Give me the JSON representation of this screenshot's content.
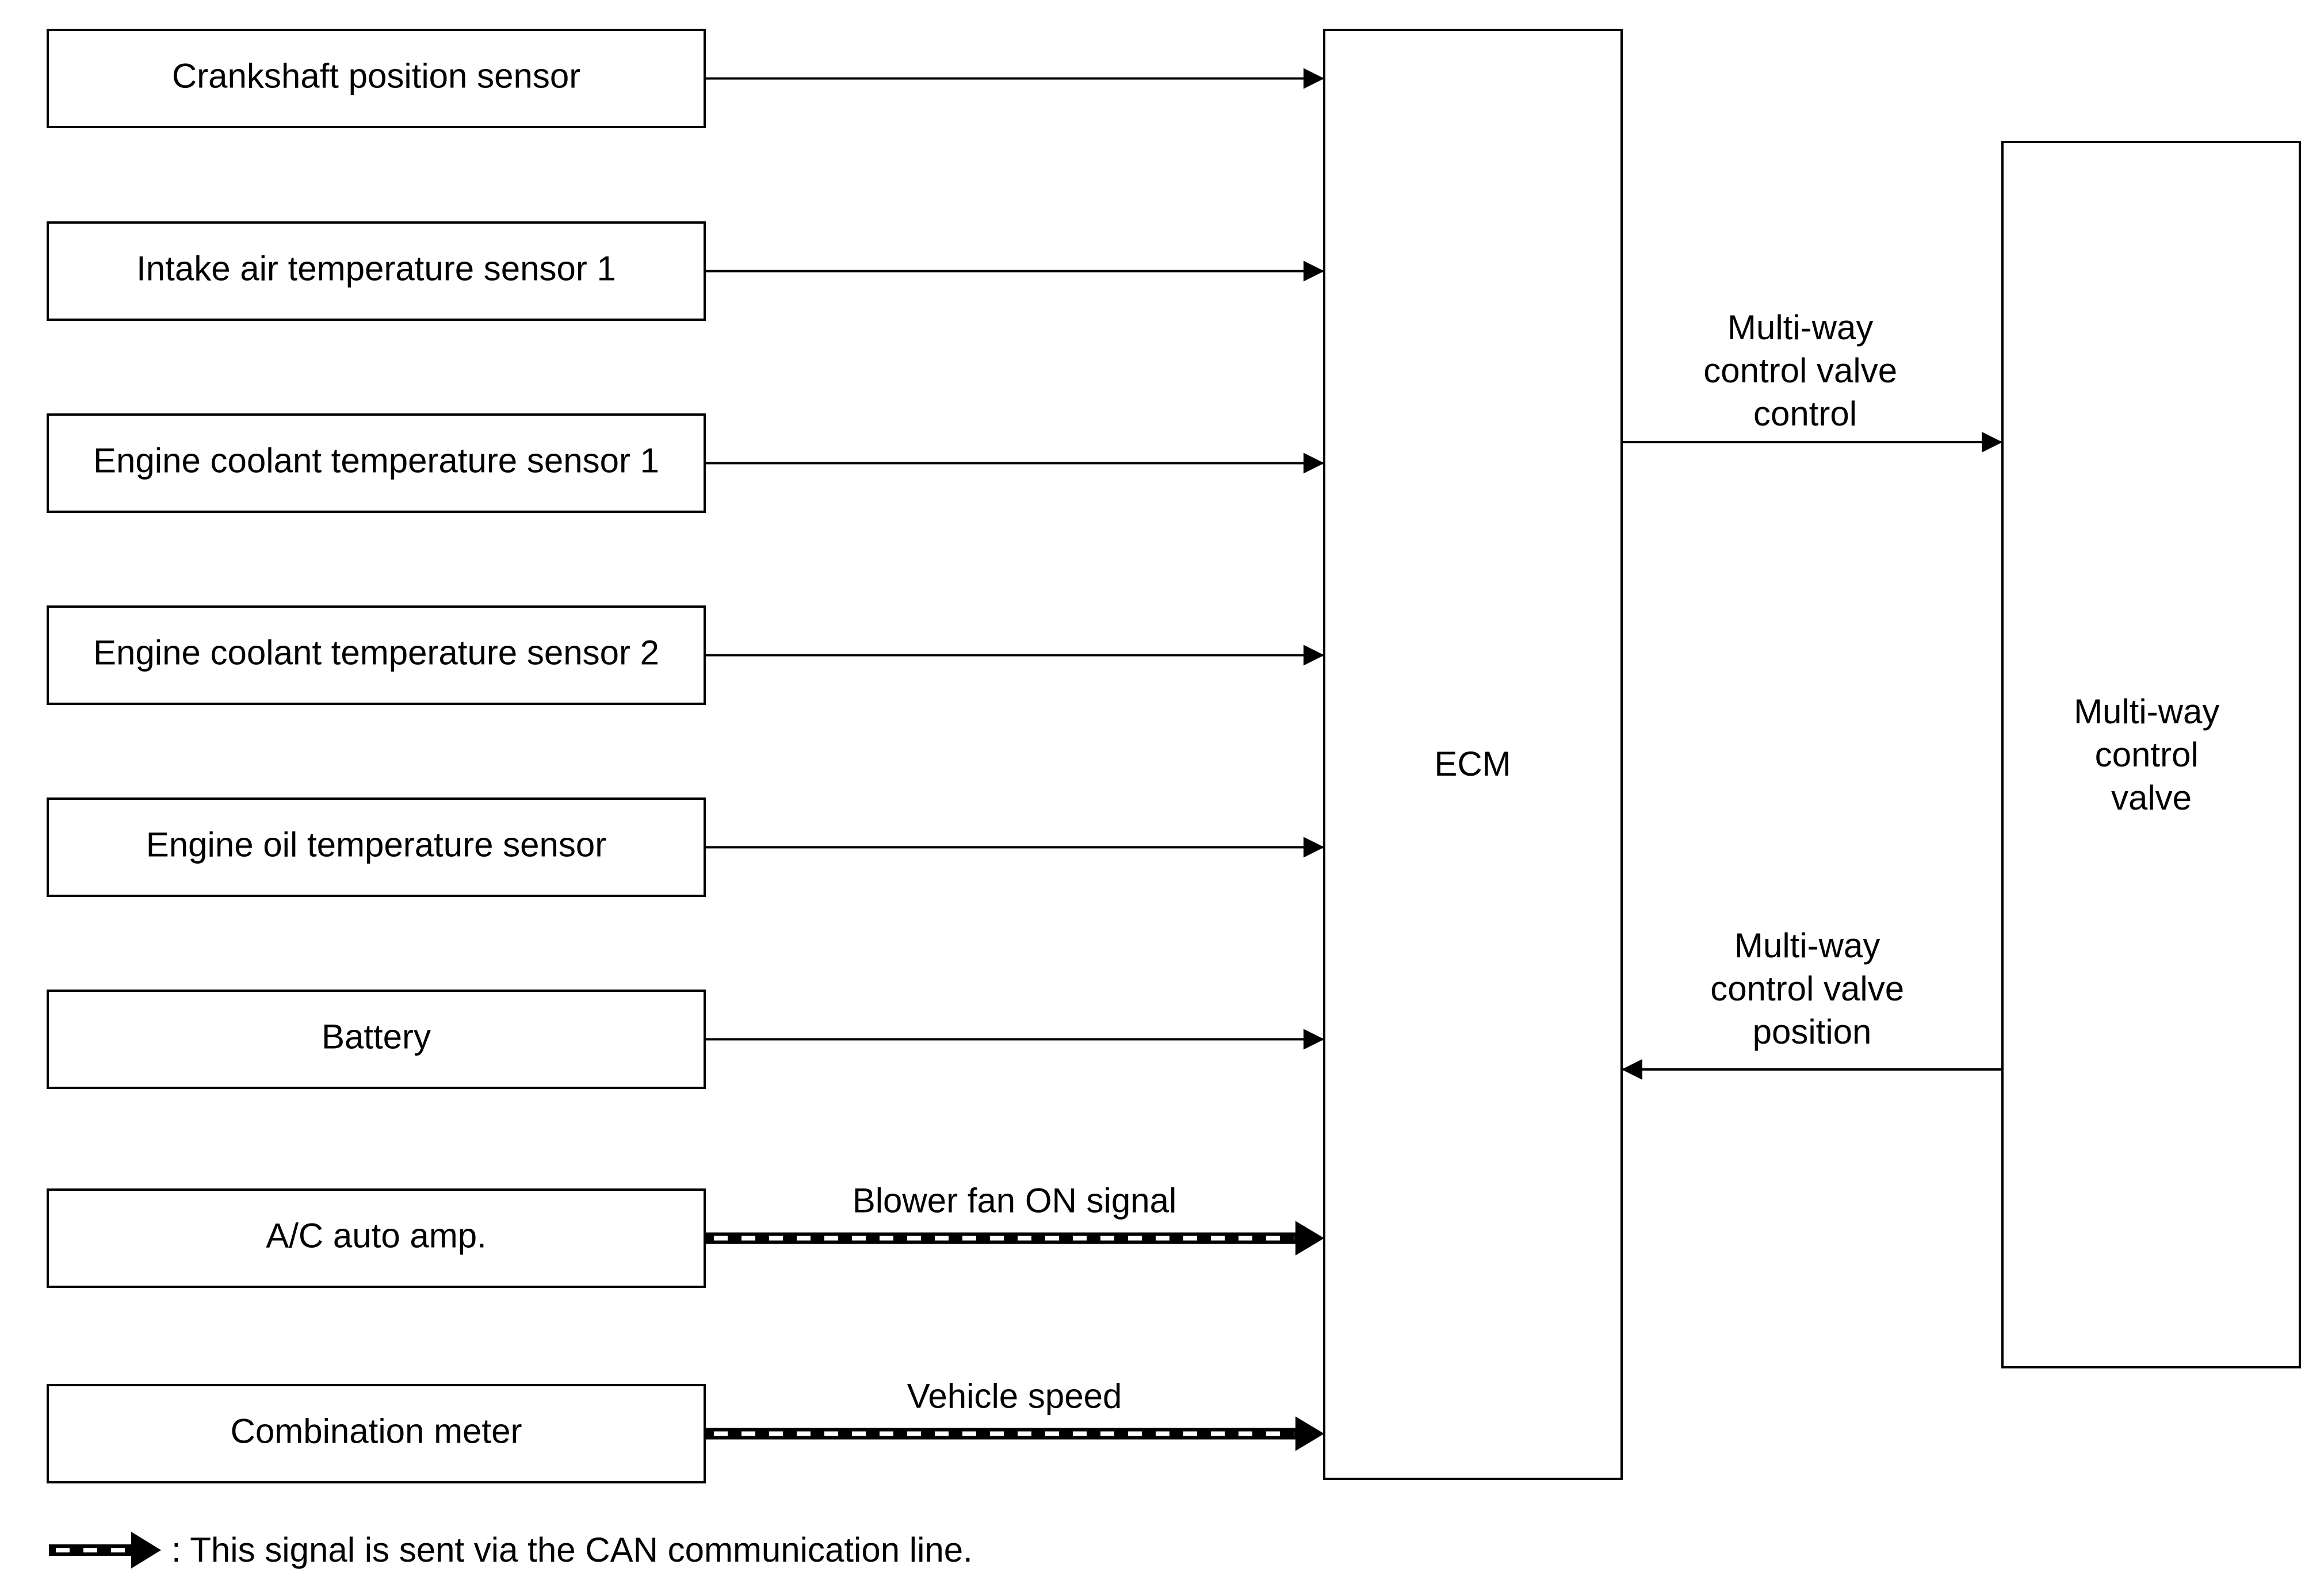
{
  "diagram": {
    "inputs": [
      {
        "id": "crankshaft",
        "label": "Crankshaft position sensor",
        "can": false,
        "signal": ""
      },
      {
        "id": "intake-air",
        "label": "Intake air temperature sensor 1",
        "can": false,
        "signal": ""
      },
      {
        "id": "coolant1",
        "label": "Engine coolant temperature sensor 1",
        "can": false,
        "signal": ""
      },
      {
        "id": "coolant2",
        "label": "Engine coolant temperature sensor 2",
        "can": false,
        "signal": ""
      },
      {
        "id": "oil-temp",
        "label": "Engine oil temperature sensor",
        "can": false,
        "signal": ""
      },
      {
        "id": "battery",
        "label": "Battery",
        "can": false,
        "signal": ""
      },
      {
        "id": "ac-amp",
        "label": "A/C auto amp.",
        "can": true,
        "signal": "Blower fan ON signal"
      },
      {
        "id": "combination-meter",
        "label": "Combination meter",
        "can": true,
        "signal": "Vehicle speed"
      }
    ],
    "ecm": {
      "label": "ECM"
    },
    "valve": {
      "label": [
        "Multi-way",
        "control",
        "valve"
      ]
    },
    "outputs": {
      "control_signal": [
        "Multi-way",
        "control valve",
        "control"
      ],
      "position_signal": [
        "Multi-way",
        "control valve",
        "position"
      ]
    },
    "legend": {
      "text": ": This signal is sent via the CAN communication line."
    },
    "colors": {
      "stroke": "#000000",
      "background": "#ffffff"
    }
  }
}
